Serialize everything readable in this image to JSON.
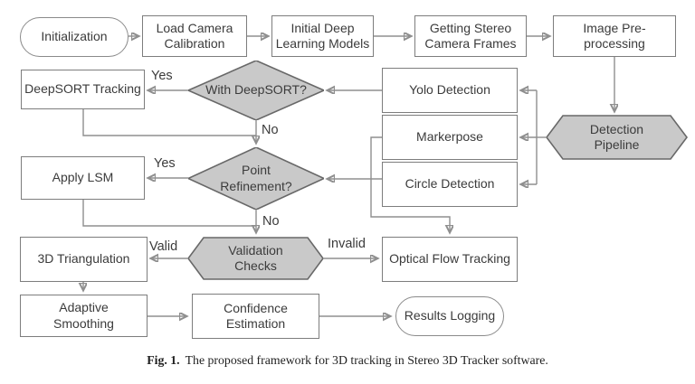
{
  "figure": {
    "caption_label": "Fig. 1.",
    "caption_text": "The proposed framework for 3D tracking in Stereo 3D Tracker software."
  },
  "colors": {
    "shape_fill": "#c9c9c9",
    "shape_border": "#686868",
    "box_border": "#7d7d7d",
    "line": "#8f8f8f",
    "arrowhead": "#2f2f2f",
    "text": "#3b3b3b"
  },
  "nodes": {
    "initialization": {
      "label": "Initialization",
      "type": "terminator"
    },
    "load_camera": {
      "label": "Load Camera Calibration",
      "type": "process"
    },
    "initial_deep": {
      "label": "Initial Deep Learning Models",
      "type": "process"
    },
    "getting_stereo": {
      "label": "Getting Stereo Camera Frames",
      "type": "process"
    },
    "image_pre": {
      "label": "Image Pre-processing",
      "type": "process"
    },
    "deepsort_tracking": {
      "label": "DeepSORT Tracking",
      "type": "process"
    },
    "with_deepsort": {
      "label": "With DeepSORT?",
      "type": "decision"
    },
    "yolo": {
      "label": "Yolo Detection",
      "type": "process"
    },
    "markerpose": {
      "label": "Markerpose",
      "type": "process"
    },
    "circle": {
      "label": "Circle Detection",
      "type": "process"
    },
    "detection_pipeline": {
      "label": "Detection Pipeline",
      "type": "preparation"
    },
    "apply_lsm": {
      "label": "Apply LSM",
      "type": "process"
    },
    "point_refinement": {
      "label": "Point Refinement?",
      "type": "decision"
    },
    "validation_checks": {
      "label": "Validation Checks",
      "type": "preparation"
    },
    "triangulation": {
      "label": "3D Triangulation",
      "type": "process"
    },
    "optical_flow": {
      "label": "Optical Flow Tracking",
      "type": "process"
    },
    "adaptive": {
      "label": "Adaptive Smoothing",
      "type": "process"
    },
    "confidence": {
      "label": "Confidence Estimation",
      "type": "process"
    },
    "results": {
      "label": "Results Logging",
      "type": "terminator"
    }
  },
  "edge_labels": {
    "yes_deepsort": "Yes",
    "no_deepsort": "No",
    "yes_refinement": "Yes",
    "no_refinement": "No",
    "valid": "Valid",
    "invalid": "Invalid"
  }
}
